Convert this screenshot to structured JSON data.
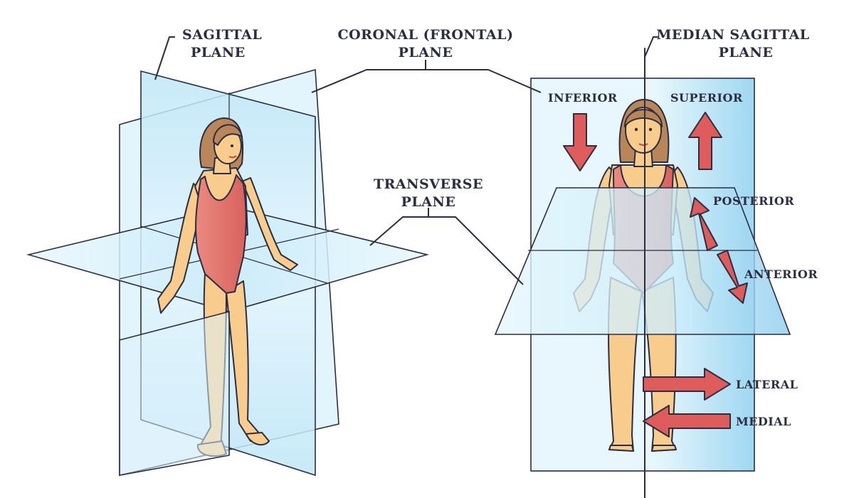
{
  "labels": {
    "sagittal_line1": "SAGITTAL",
    "sagittal_line2": "PLANE",
    "coronal_line1": "CORONAL (FRONTAL)",
    "coronal_line2": "PLANE",
    "median_line1": "MEDIAN SAGITTAL",
    "median_line2": "PLANE",
    "transverse_line1": "TRANSVERSE",
    "transverse_line2": "PLANE",
    "inferior": "INFERIOR",
    "superior": "SUPERIOR",
    "posterior": "POSTERIOR",
    "anterior": "ANTERIOR",
    "lateral": "LATERAL",
    "medial": "MEDIAL"
  },
  "colors": {
    "text": "#2b2d42",
    "plane_light": "#e4f5fc",
    "plane_mid": "#bfe6f7",
    "plane_deep": "#8fd0ef",
    "skin": "#f8cc8c",
    "swimsuit": "#e2706a",
    "hair": "#b88658",
    "arrow": "#df5c5c"
  }
}
